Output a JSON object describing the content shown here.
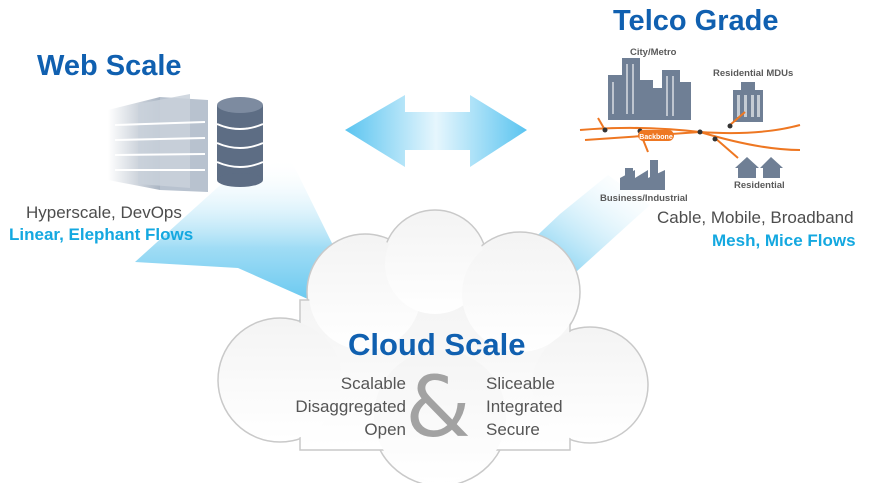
{
  "web_scale": {
    "title": "Web Scale",
    "line1": "Hyperscale, DevOps",
    "line2": "Linear, Elephant Flows"
  },
  "telco_grade": {
    "title": "Telco Grade",
    "labels": {
      "city_metro": "City/Metro",
      "residential_mdus": "Residential MDUs",
      "backbone": "Backbone",
      "business_industrial": "Business/Industrial",
      "residential": "Residential"
    },
    "line1": "Cable, Mobile, Broadband",
    "line2": "Mesh, Mice Flows"
  },
  "cloud_scale": {
    "title": "Cloud Scale",
    "left_lines": [
      "Scalable",
      "Disaggregated",
      "Open"
    ],
    "ampersand": "&",
    "right_lines": [
      "Sliceable",
      "Integrated",
      "Secure"
    ]
  },
  "colors": {
    "title_blue": "#1060b0",
    "highlight_blue": "#14a8e0",
    "network_orange": "#ee7722",
    "icon_slate": "#6f7f95"
  }
}
